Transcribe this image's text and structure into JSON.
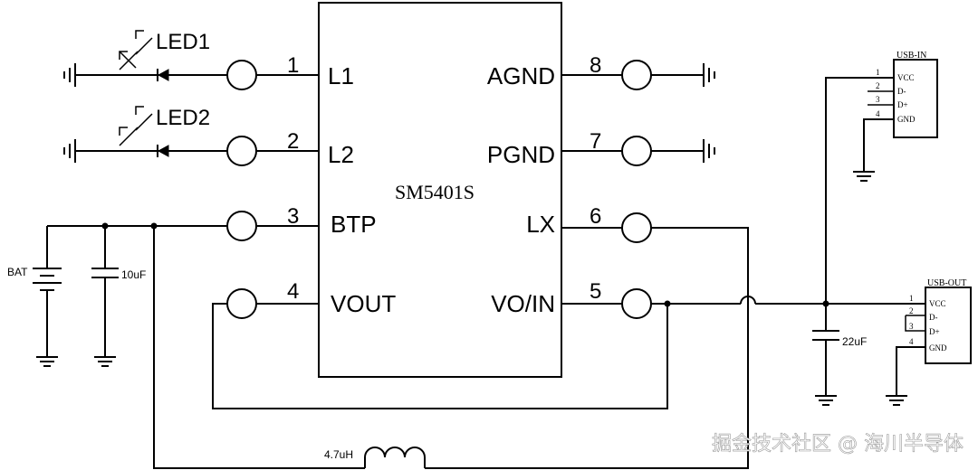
{
  "chip": {
    "name": "SM5401S"
  },
  "pins_left": [
    {
      "num": "1",
      "label": "L1"
    },
    {
      "num": "2",
      "label": "L2"
    },
    {
      "num": "3",
      "label": "BTP"
    },
    {
      "num": "4",
      "label": "VOUT"
    }
  ],
  "pins_right": [
    {
      "num": "8",
      "label": "AGND"
    },
    {
      "num": "7",
      "label": "PGND"
    },
    {
      "num": "6",
      "label": "LX"
    },
    {
      "num": "5",
      "label": "VO/IN"
    }
  ],
  "leds": [
    "LED1",
    "LED2"
  ],
  "components": {
    "battery": "BAT",
    "cap_bat": "10uF",
    "cap_out": "22uF",
    "inductor": "4.7uH"
  },
  "usb_in": {
    "title": "USB-IN",
    "pins": [
      {
        "num": "1",
        "label": "VCC"
      },
      {
        "num": "2",
        "label": "D-"
      },
      {
        "num": "3",
        "label": "D+"
      },
      {
        "num": "4",
        "label": "GND"
      }
    ]
  },
  "usb_out": {
    "title": "USB-OUT",
    "pins": [
      {
        "num": "1",
        "label": "VCC"
      },
      {
        "num": "2",
        "label": "D-"
      },
      {
        "num": "3",
        "label": "D+"
      },
      {
        "num": "4",
        "label": "GND"
      }
    ]
  },
  "watermark": "掘金技术社区 @ 海川半导体"
}
